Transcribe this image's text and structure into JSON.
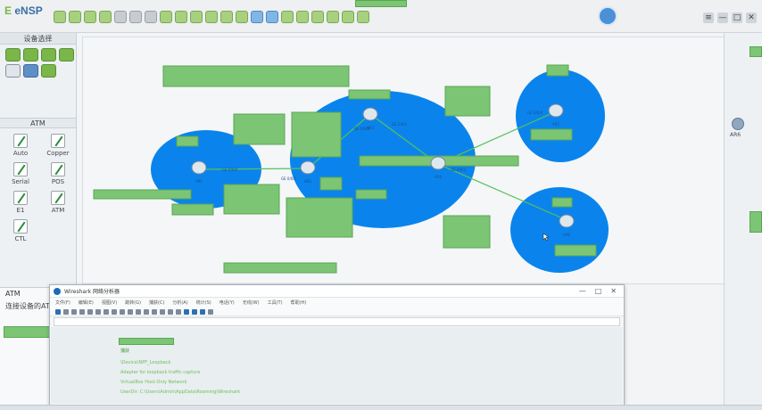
{
  "app": {
    "name": "eNSP",
    "logo_e": "E",
    "logo_rest": "eNSP"
  },
  "window_controls": {
    "minimize": "—",
    "restore": "□",
    "close": "✕"
  },
  "left_panel": {
    "title": "设备选择",
    "section_title": "ATM",
    "cables": [
      {
        "label": "Auto"
      },
      {
        "label": "Copper"
      },
      {
        "label": "Serial"
      },
      {
        "label": "POS"
      },
      {
        "label": "E1"
      },
      {
        "label": "ATM"
      },
      {
        "label": "CTL"
      }
    ],
    "desc_title": "ATM",
    "desc_text": "连接设备的ATM"
  },
  "topology": {
    "nodes": [
      {
        "label": "AR1"
      },
      {
        "label": "AR2"
      },
      {
        "label": "AR3"
      },
      {
        "label": "AR4"
      },
      {
        "label": "AR5"
      },
      {
        "label": "AR6"
      }
    ],
    "interfaces": [
      "GE 0/0/0",
      "GE 0/0/1",
      "GE 0/0/0",
      "GE 0/0/1",
      "GE 0/0/2",
      "GE 0/0/0"
    ]
  },
  "right_panel": {
    "device_label": "AR6"
  },
  "wireshark": {
    "title": "Wireshark 网络分析器",
    "controls": {
      "minimize": "—",
      "maximize": "□",
      "close": "✕"
    },
    "menu": [
      "文件(F)",
      "编辑(E)",
      "视图(V)",
      "跳转(G)",
      "捕获(C)",
      "分析(A)",
      "统计(S)",
      "电话(Y)",
      "无线(W)",
      "工具(T)",
      "帮助(H)"
    ],
    "capture_label": "捕获",
    "interfaces": [
      "\\Device\\NPF_Loopback",
      "Adapter for loopback traffic capture",
      "VirtualBox Host-Only Network",
      "UserDir: C:\\Users\\Admin\\AppData\\Roaming\\Wireshark"
    ]
  },
  "colors": {
    "area_blue": "#0a84ec",
    "link_green": "#56c15a",
    "highlight": "#7cc575"
  }
}
